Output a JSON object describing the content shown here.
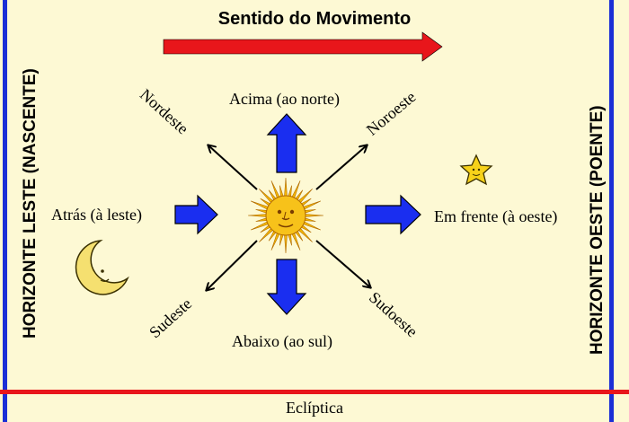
{
  "title": "Sentido do Movimento",
  "left_horizon": "HORIZONTE LESTE (NASCENTE)",
  "right_horizon": "HORIZONTE OESTE (POENTE)",
  "ecliptic": "Eclíptica",
  "directions": {
    "up": "Acima (ao norte)",
    "down": "Abaixo (ao sul)",
    "left": "Atrás (à leste)",
    "right": "Em frente (à oeste)",
    "northeast": "Nordeste",
    "northwest": "Noroeste",
    "southeast": "Sudeste",
    "southwest": "Sudoeste"
  },
  "colors": {
    "horizon_line": "#1b2fd6",
    "ecliptic_line": "#e8161b",
    "motion_arrow": "#e8161b",
    "direction_arrow": "#1a2ef0",
    "sun": "#f5b800",
    "background": "#fdf9d4"
  },
  "icons": [
    "sun-icon",
    "moon-icon",
    "star-icon"
  ]
}
